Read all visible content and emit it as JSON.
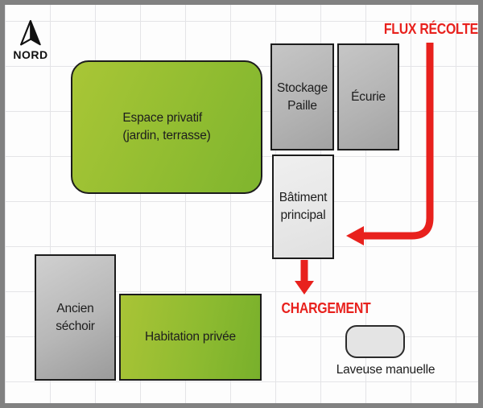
{
  "compass": {
    "label": "NORD"
  },
  "flow": {
    "flux_label": "FLUX RÉCOLTE",
    "chargement_label": "CHARGEMENT"
  },
  "buildings": {
    "espace_privatif": {
      "line1": "Espace privatif",
      "line2": "(jardin, terrasse)"
    },
    "stockage_paille": {
      "line1": "Stockage",
      "line2": "Paille"
    },
    "ecurie": {
      "line1": "Écurie"
    },
    "batiment_principal": {
      "line1": "Bâtiment",
      "line2": "principal"
    },
    "ancien_sechoir": {
      "line1": "Ancien",
      "line2": "séchoir"
    },
    "habitation_privee": {
      "line1": "Habitation privée"
    }
  },
  "equipment": {
    "laveuse_manuelle": {
      "label": "Laveuse manuelle"
    }
  },
  "colors": {
    "flow_red": "#e8211d",
    "green_light": "#a9c636",
    "green_dark": "#7fb52e",
    "gray_building": "#b4b4b4",
    "gray_main_building": "#e7e7e7",
    "grid_line": "#e4e4e7",
    "frame_border": "#818181",
    "text_dark": "#1d1d1d"
  }
}
